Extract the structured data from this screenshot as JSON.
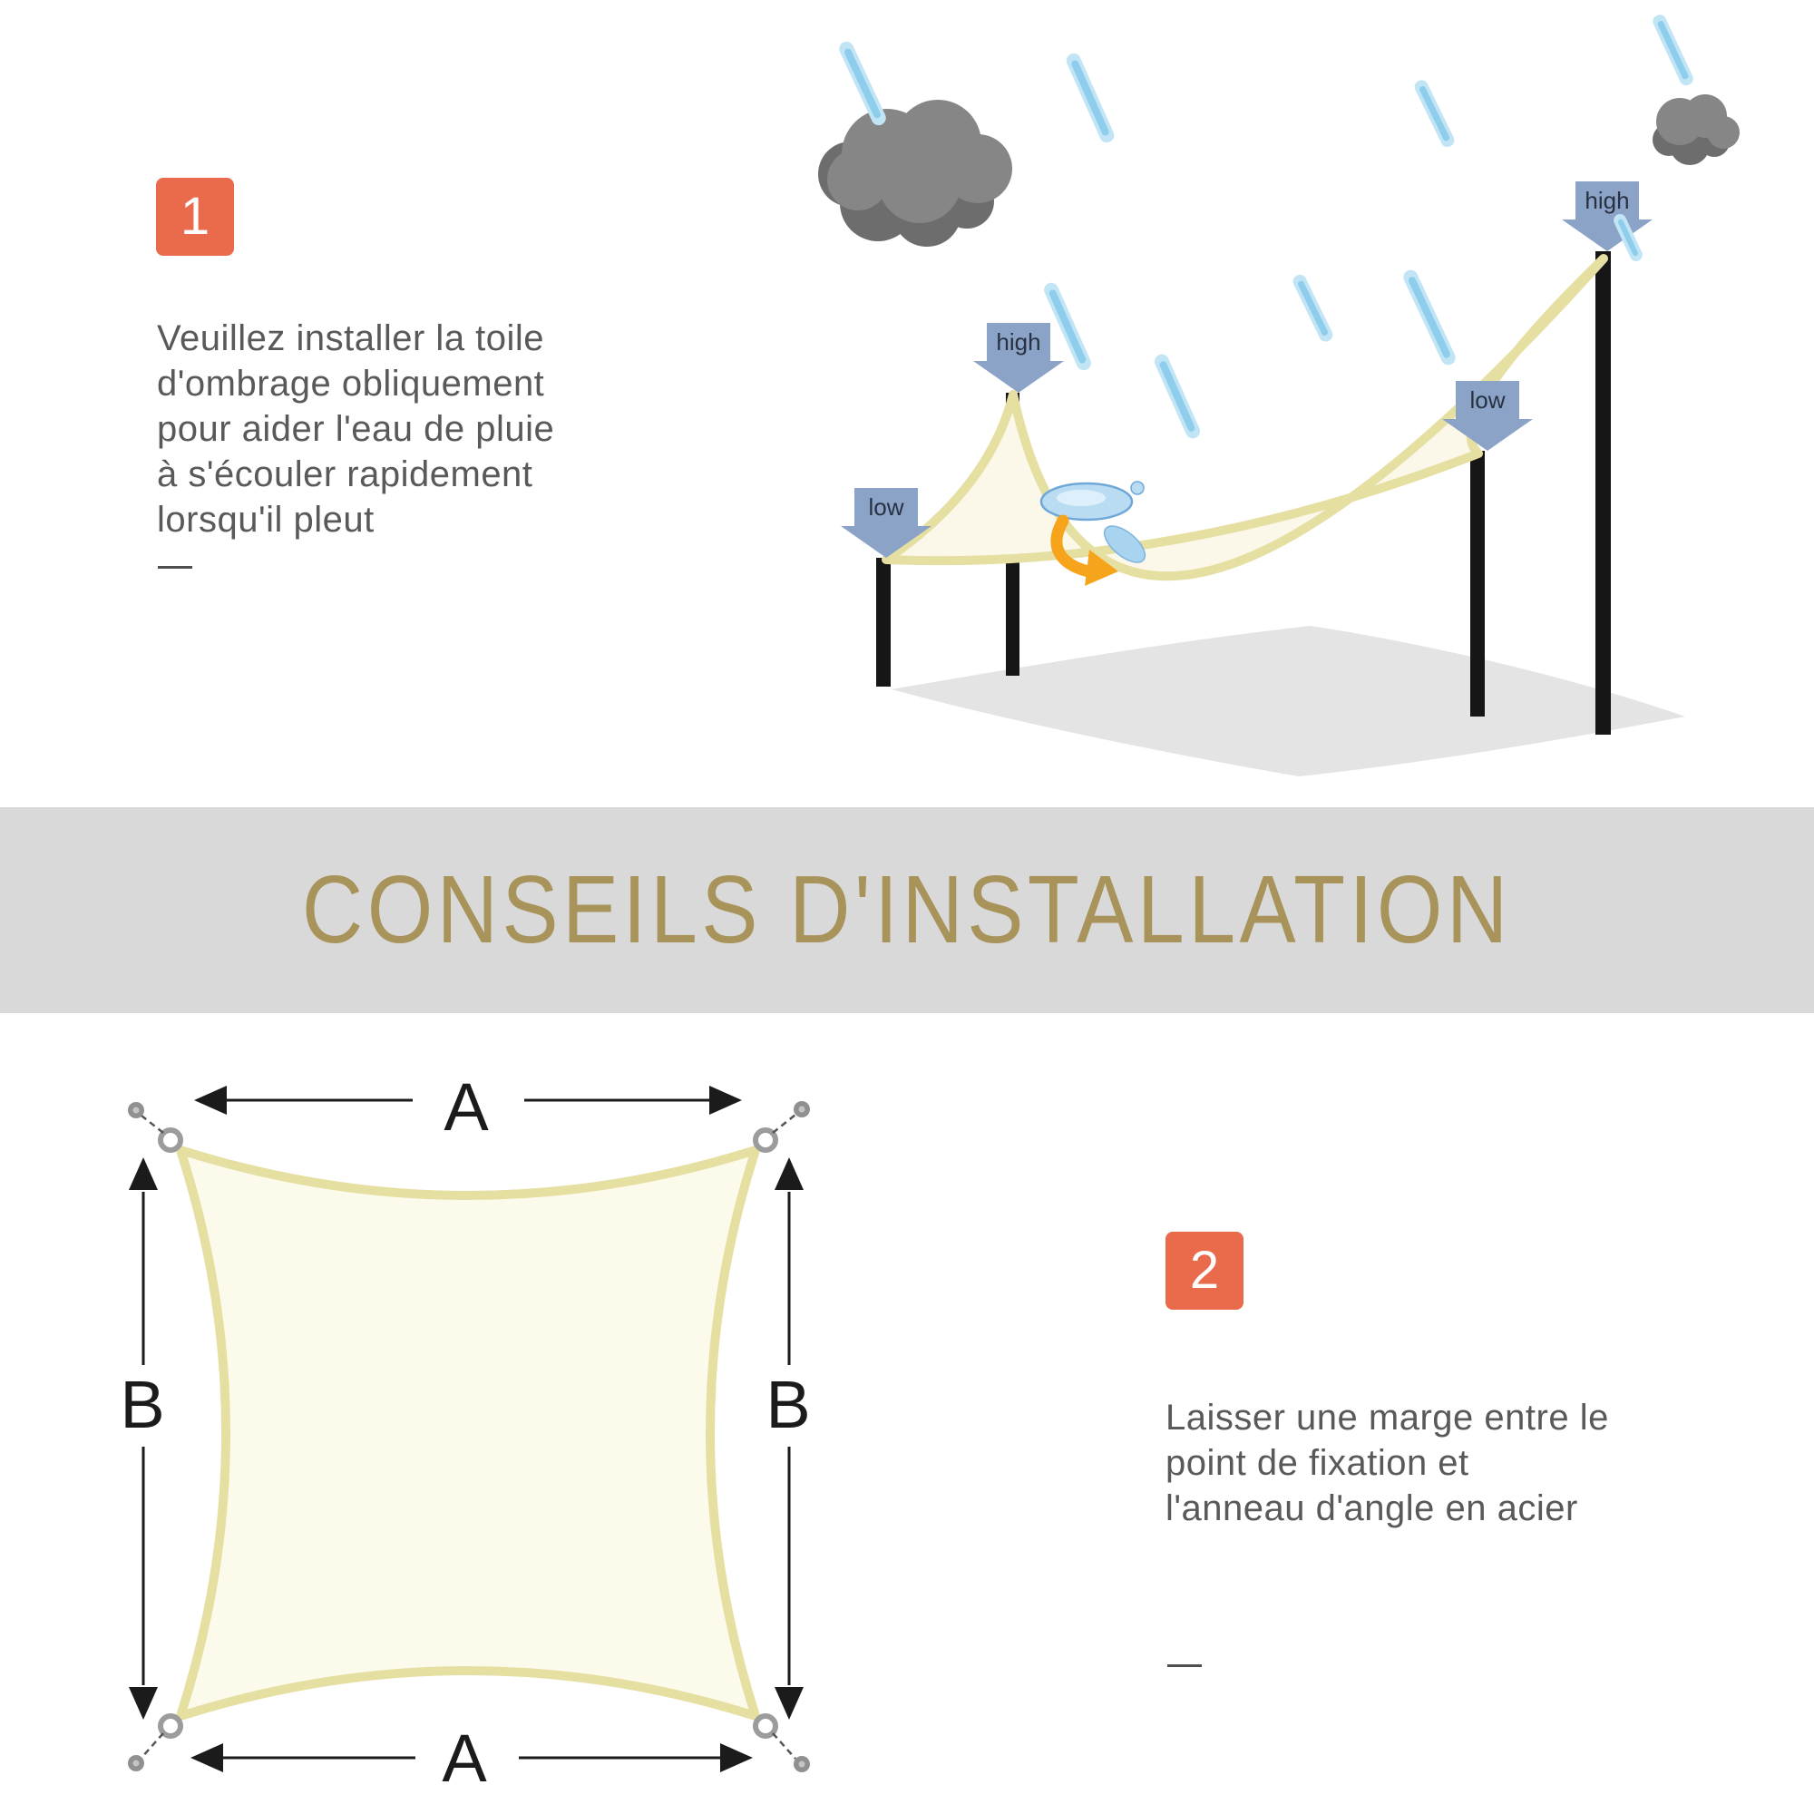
{
  "banner": {
    "title": "CONSEILS D'INSTALLATION",
    "bg_color": "#d9d9d9",
    "text_color": "#a8935a"
  },
  "steps": [
    {
      "number": "1",
      "lines": [
        "Veuillez installer la toile",
        "d'ombrage obliquement",
        "pour aider l'eau de pluie",
        "à s'écouler rapidement",
        "lorsqu'il pleut"
      ]
    },
    {
      "number": "2",
      "lines": [
        "Laisser une marge entre le",
        "point de fixation et",
        "l'anneau d'angle en acier"
      ]
    }
  ],
  "illustration": {
    "arrow_labels": {
      "high_left": "high",
      "high_right": "high",
      "low_front": "low",
      "low_right": "low"
    },
    "colors": {
      "direction_arrow": "#8ba3c7",
      "sail_fill": "#fbf8ea",
      "sail_border": "#e6dfa2",
      "pole": "#161616",
      "cloud_light": "#868686",
      "cloud_dark": "#6d6d6d",
      "rain": "#8ecdec",
      "ground_shadow": "#e4e4e4",
      "water": "#badcf2",
      "flow_arrow": "#f7a41d"
    }
  },
  "diagram": {
    "labels": {
      "width_top": "A",
      "width_bottom": "A",
      "height_left": "B",
      "height_right": "B"
    },
    "colors": {
      "dimension_line": "#1b1b1b",
      "corner_ring": "#9c9c9c"
    }
  },
  "accent": {
    "badge_bg": "#e96b4b",
    "badge_text": "#ffffff",
    "body_text": "#59595b"
  }
}
